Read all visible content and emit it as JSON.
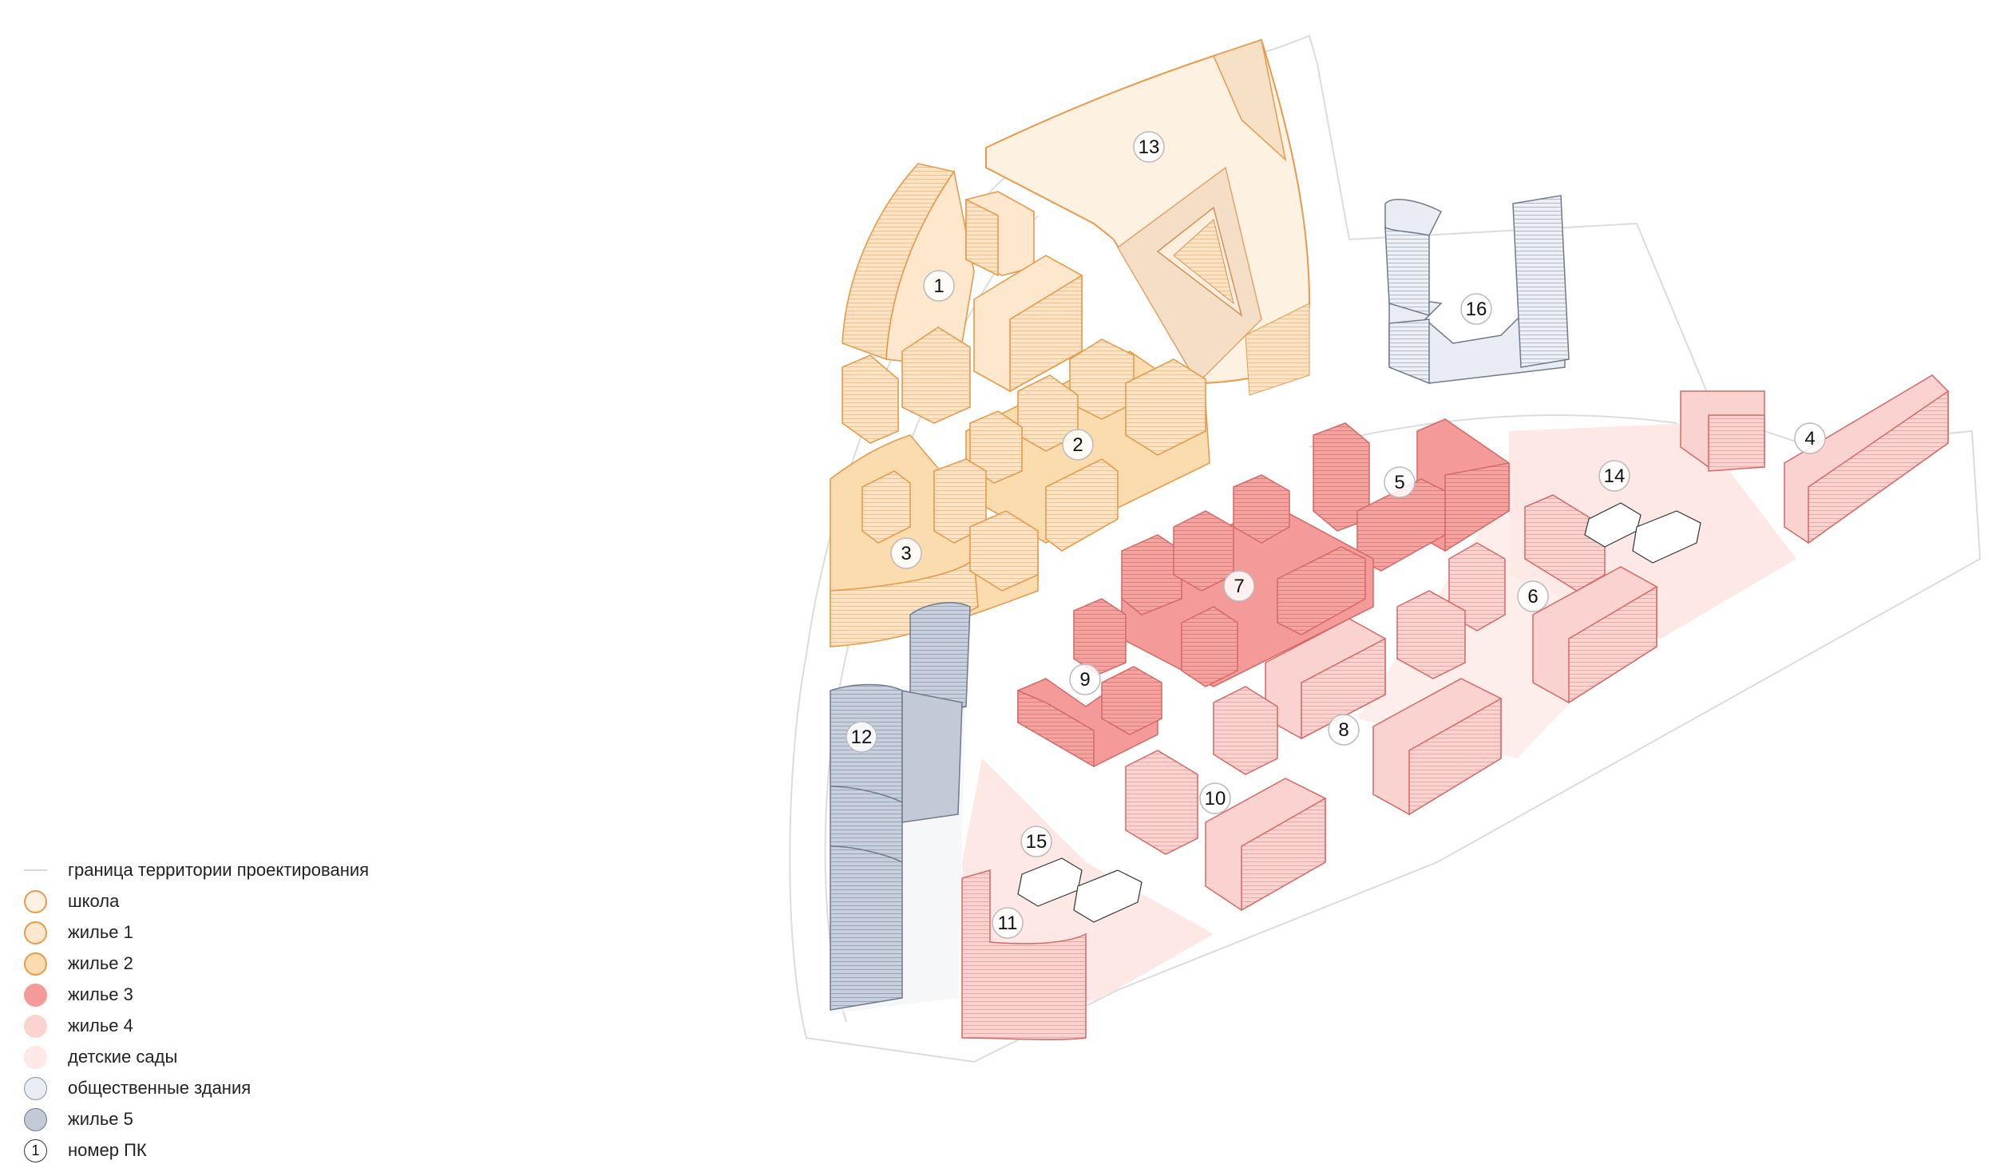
{
  "colors": {
    "school": "#fdf1e2",
    "housing1": "#fde7cd",
    "housing2": "#fbdcae",
    "housing3": "#f49a98",
    "housing4": "#fbd3d0",
    "kindergarten": "#fde8e6",
    "public": "#e9edf3",
    "housing5": "#c1cad6",
    "outline_orange": "#e89a4c",
    "outline_red": "#d46a66",
    "outline_blue": "#6e7b8c"
  },
  "legend": {
    "boundary": "граница территории проектирования",
    "school": "школа",
    "housing1": "жилье 1",
    "housing2": "жилье 2",
    "housing3": "жилье 3",
    "housing4": "жилье 4",
    "kindergarten": "детские сады",
    "public": "общественные здания",
    "housing5": "жилье 5",
    "marker_sample": "1",
    "marker": "номер ПК"
  },
  "plots": [
    {
      "id": "plot-1",
      "label": "1"
    },
    {
      "id": "plot-2",
      "label": "2"
    },
    {
      "id": "plot-3",
      "label": "3"
    },
    {
      "id": "plot-4",
      "label": "4"
    },
    {
      "id": "plot-5",
      "label": "5"
    },
    {
      "id": "plot-6",
      "label": "6"
    },
    {
      "id": "plot-7",
      "label": "7"
    },
    {
      "id": "plot-8",
      "label": "8"
    },
    {
      "id": "plot-9",
      "label": "9"
    },
    {
      "id": "plot-10",
      "label": "10"
    },
    {
      "id": "plot-11",
      "label": "11"
    },
    {
      "id": "plot-12",
      "label": "12"
    },
    {
      "id": "plot-13",
      "label": "13"
    },
    {
      "id": "plot-14",
      "label": "14"
    },
    {
      "id": "plot-15",
      "label": "15"
    },
    {
      "id": "plot-16",
      "label": "16"
    }
  ]
}
